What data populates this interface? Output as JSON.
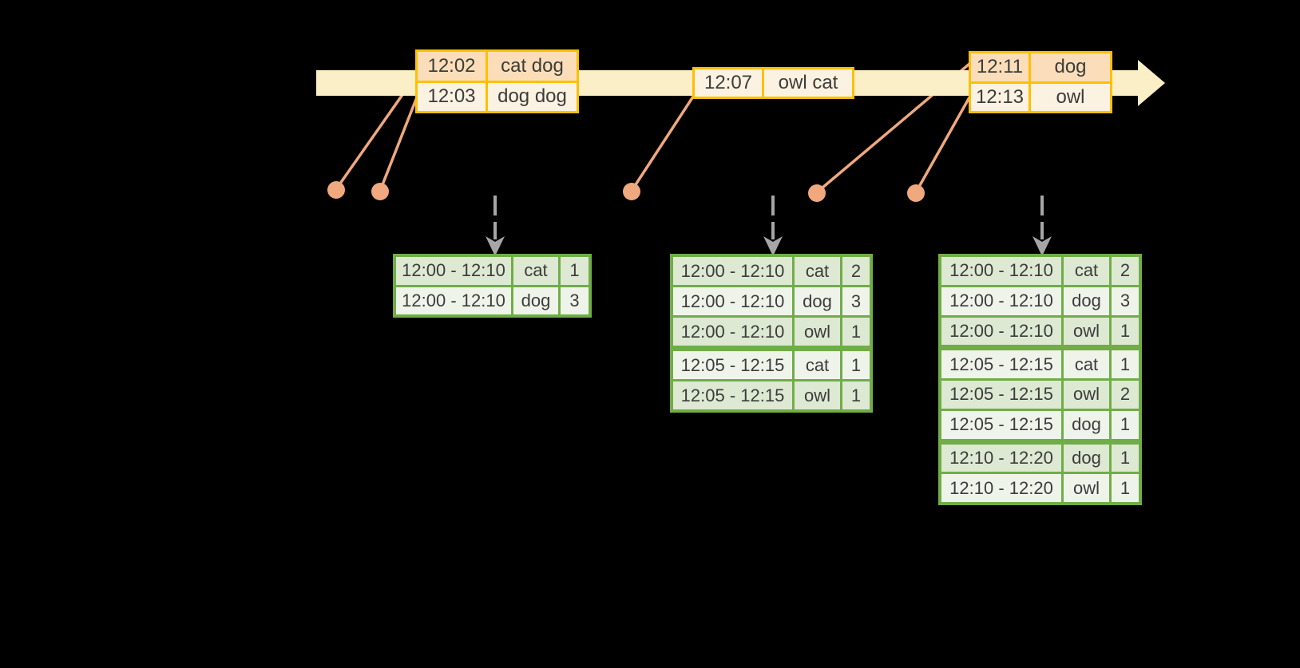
{
  "colors": {
    "background": "#000000",
    "timeline_band": "#FAEFC6",
    "event_border": "#FFC000",
    "event_fill_dark": "#FBDEB9",
    "event_fill_light": "#FCF2E1",
    "connector": "#F0A87E",
    "table_border": "#70AD47",
    "table_fill_dark": "#DDE9D2",
    "table_fill_light": "#EFF4EB",
    "trigger_arrow": "#A6A6A6",
    "text": "#3C3C3C"
  },
  "timeline": {
    "event_boxes": [
      {
        "rows": [
          {
            "time": "12:02",
            "words": "cat dog",
            "shade": "dark"
          },
          {
            "time": "12:03",
            "words": "dog dog",
            "shade": "light"
          }
        ]
      },
      {
        "rows": [
          {
            "time": "12:07",
            "words": "owl cat",
            "shade": "light"
          }
        ]
      },
      {
        "rows": [
          {
            "time": "12:11",
            "words": "dog",
            "shade": "dark"
          },
          {
            "time": "12:13",
            "words": "owl",
            "shade": "light"
          }
        ]
      }
    ]
  },
  "result_tables": [
    {
      "rows": [
        {
          "window": "12:00 - 12:10",
          "word": "cat",
          "count": "1",
          "shade": "dark"
        },
        {
          "window": "12:00 - 12:10",
          "word": "dog",
          "count": "3",
          "shade": "light"
        }
      ]
    },
    {
      "rows": [
        {
          "window": "12:00 - 12:10",
          "word": "cat",
          "count": "2",
          "shade": "dark"
        },
        {
          "window": "12:00 - 12:10",
          "word": "dog",
          "count": "3",
          "shade": "light"
        },
        {
          "window": "12:00 - 12:10",
          "word": "owl",
          "count": "1",
          "shade": "dark"
        },
        {
          "window": "12:05 - 12:15",
          "word": "cat",
          "count": "1",
          "shade": "light",
          "group_start": true
        },
        {
          "window": "12:05 - 12:15",
          "word": "owl",
          "count": "1",
          "shade": "dark"
        }
      ]
    },
    {
      "rows": [
        {
          "window": "12:00 - 12:10",
          "word": "cat",
          "count": "2",
          "shade": "dark"
        },
        {
          "window": "12:00 - 12:10",
          "word": "dog",
          "count": "3",
          "shade": "light"
        },
        {
          "window": "12:00 - 12:10",
          "word": "owl",
          "count": "1",
          "shade": "dark"
        },
        {
          "window": "12:05 - 12:15",
          "word": "cat",
          "count": "1",
          "shade": "light",
          "group_start": true
        },
        {
          "window": "12:05 - 12:15",
          "word": "owl",
          "count": "2",
          "shade": "dark"
        },
        {
          "window": "12:05 - 12:15",
          "word": "dog",
          "count": "1",
          "shade": "light"
        },
        {
          "window": "12:10 - 12:20",
          "word": "dog",
          "count": "1",
          "shade": "dark",
          "group_start": true
        },
        {
          "window": "12:10 - 12:20",
          "word": "owl",
          "count": "1",
          "shade": "light"
        }
      ]
    }
  ]
}
